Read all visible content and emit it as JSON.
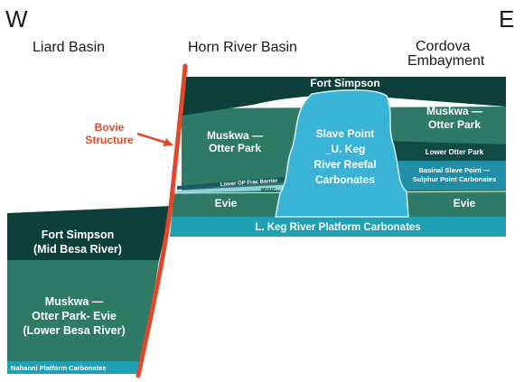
{
  "compass": {
    "west": "W",
    "east": "E"
  },
  "regions": {
    "liard": "Liard Basin",
    "horn_river": "Horn River Basin",
    "cordova_line1": "Cordova",
    "cordova_line2": "Embayment"
  },
  "structure": {
    "line1": "Bovie",
    "line2": "Structure"
  },
  "units": {
    "fort_simpson_east": "Fort Simpson",
    "muskwa_center_line1": "Muskwa —",
    "muskwa_center_line2": "Otter Park",
    "reef_line1": "Slave Point",
    "reef_line2": "_U. Keg",
    "reef_line3": "River Reefal",
    "reef_line4": "Carbonates",
    "muskwa_right_line1": "Muskwa —",
    "muskwa_right_line2": "Otter Park",
    "lower_otter_park": "Lower Otter Park",
    "basinal_line1": "Basinal Slave Point —",
    "basinal_line2": "Sulphur Point Carbonates",
    "evie_center": "Evie",
    "evie_right": "Evie",
    "lower_op_frac": "Lower OP Frac Barrier",
    "muuc": "MUUC",
    "keg_platform": "L. Keg River Platform Carbonates",
    "fort_simpson_west_line1": "Fort Simpson",
    "fort_simpson_west_line2": "(Mid Besa River)",
    "muskwa_west_line1": "Muskwa —",
    "muskwa_west_line2": "Otter Park- Evie",
    "muskwa_west_line3": "(Lower Besa River)",
    "nahanni": "Nahanni Platform Carbonates"
  },
  "colors": {
    "dark_green": "#0f3f3a",
    "mid_green": "#2f7a66",
    "teal": "#1fa0b3",
    "light_blue": "#39b4d6",
    "fault_red": "#e0482a"
  }
}
